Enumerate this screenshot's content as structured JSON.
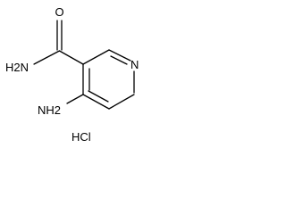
{
  "molecule": {
    "atoms": {
      "carbonyl_oxygen": "O",
      "amide_nitrogen": "H2N",
      "ring_nitrogen": "N",
      "amino_nitrogen": "NH2"
    },
    "salt": "HCl"
  }
}
